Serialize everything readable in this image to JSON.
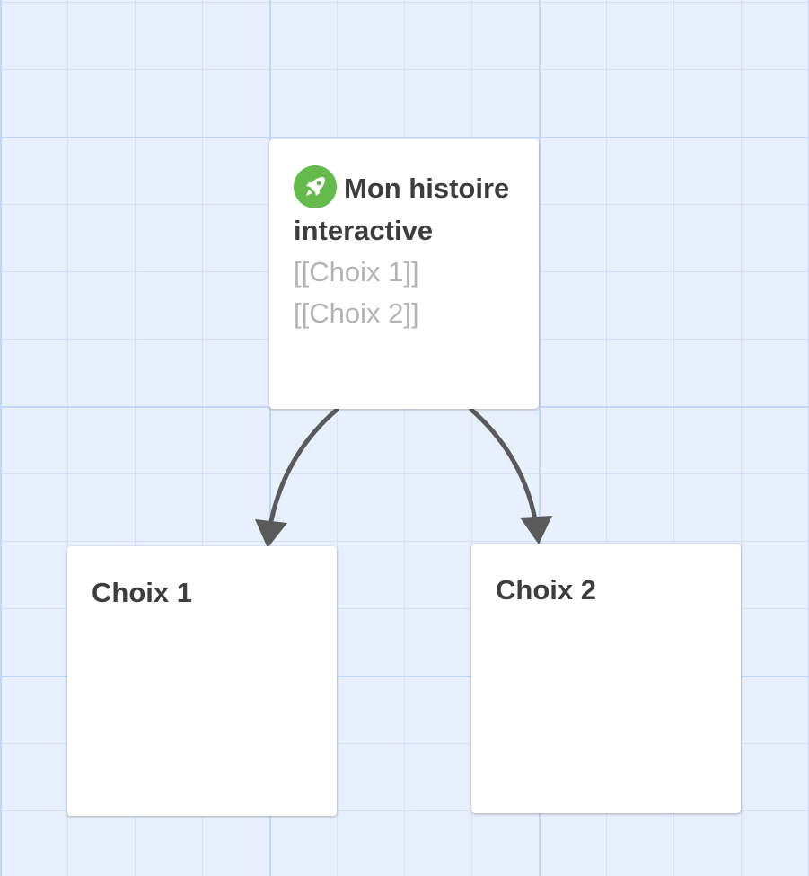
{
  "story": {
    "start_passage": {
      "title": "Mon histoire interactive",
      "icon": "rocket-icon",
      "icon_color": "#64bb4c",
      "excerpt_lines": [
        "[[Choix 1]]",
        "[[Choix 2]]"
      ]
    },
    "passages": [
      {
        "title": "Choix 1"
      },
      {
        "title": "Choix 2"
      }
    ]
  },
  "colors": {
    "canvas_background": "#e8effd",
    "grid_major": "#c3d6f6",
    "grid_minor": "#d4e1f8",
    "link_arrow": "#5a5a5a",
    "title_text": "#3d3d3d",
    "excerpt_text": "#b3b3b3"
  }
}
